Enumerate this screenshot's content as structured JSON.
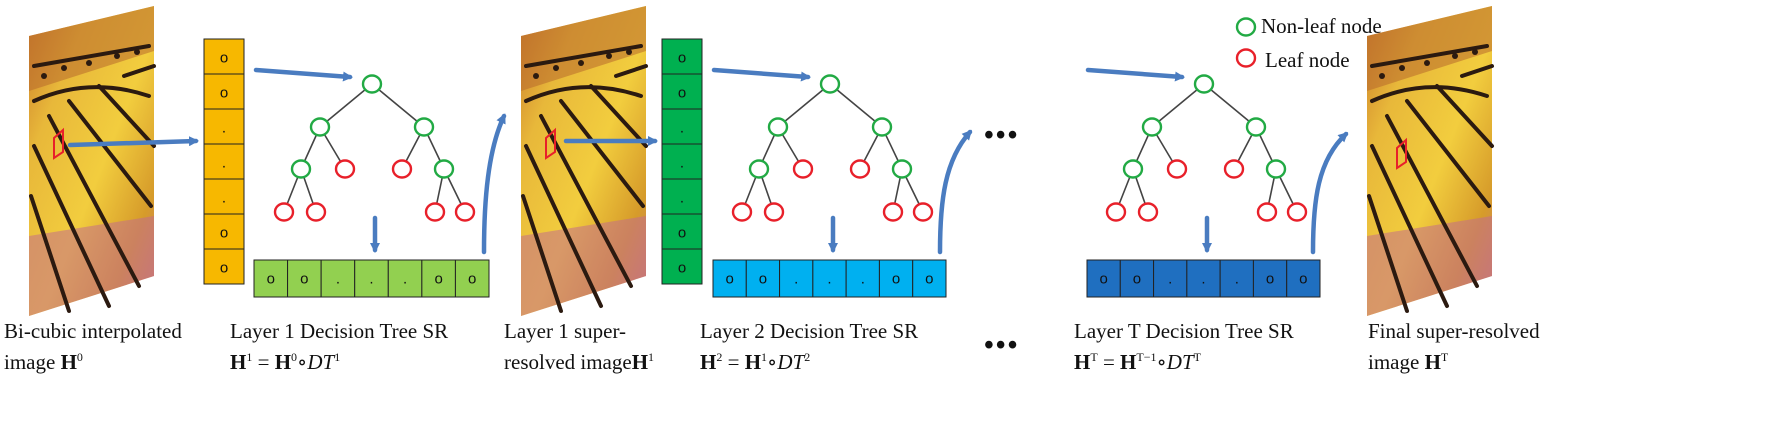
{
  "legend": {
    "nonleaf_label": "Non-leaf node",
    "leaf_label": "Leaf node",
    "nonleaf_color": "#22aa44",
    "leaf_color": "#e8202a"
  },
  "arrow_color": "#4a7cc0",
  "ellipsis": "•••",
  "captions": {
    "input": {
      "line1": "Bi-cubic interpolated",
      "line2_text": "image ",
      "math": "H",
      "sup": "0"
    },
    "layer1": {
      "title": "Layer 1 Decision Tree SR",
      "lhs": "H",
      "lhs_sup": "1",
      "eq": " = ",
      "rhs": "H",
      "rhs_sup": "0",
      "op": "∘",
      "dt": "DT",
      "dt_sup": "1"
    },
    "layer1_img": {
      "line1": "Layer 1 super-",
      "line2_text": "resolved image",
      "math": "H",
      "sup": "1"
    },
    "layer2": {
      "title": "Layer 2 Decision Tree SR",
      "lhs": "H",
      "lhs_sup": "2",
      "eq": " = ",
      "rhs": "H",
      "rhs_sup": "1",
      "op": "∘",
      "dt": "DT",
      "dt_sup": "2"
    },
    "layerT": {
      "title": "Layer T Decision Tree SR",
      "lhs": "H",
      "lhs_sup": "T",
      "eq": " = ",
      "rhs": "H",
      "rhs_sup": "T−1",
      "op": "∘",
      "dt": "DT",
      "dt_sup": "T"
    },
    "final": {
      "line1": "Final super-resolved",
      "line2_text": "image ",
      "math": "H",
      "sup": "T"
    }
  },
  "vectors": {
    "v0_vertical": {
      "fill": "#f7b800",
      "cells": [
        "o",
        "o",
        ".",
        ".",
        ".",
        "o",
        "o"
      ]
    },
    "v1_horizontal": {
      "fill": "#92d050",
      "cells": [
        "o",
        "o",
        ".",
        ".",
        ".",
        "o",
        "o"
      ]
    },
    "v1_vertical": {
      "fill": "#00b050",
      "cells": [
        "o",
        "o",
        ".",
        ".",
        ".",
        "o",
        "o"
      ]
    },
    "v2_horizontal": {
      "fill": "#00b0f0",
      "cells": [
        "o",
        "o",
        ".",
        ".",
        ".",
        "o",
        "o"
      ]
    },
    "vT_horizontal": {
      "fill": "#1f6fc0",
      "cells": [
        "o",
        "o",
        ".",
        ".",
        ".",
        "o",
        "o"
      ]
    }
  }
}
